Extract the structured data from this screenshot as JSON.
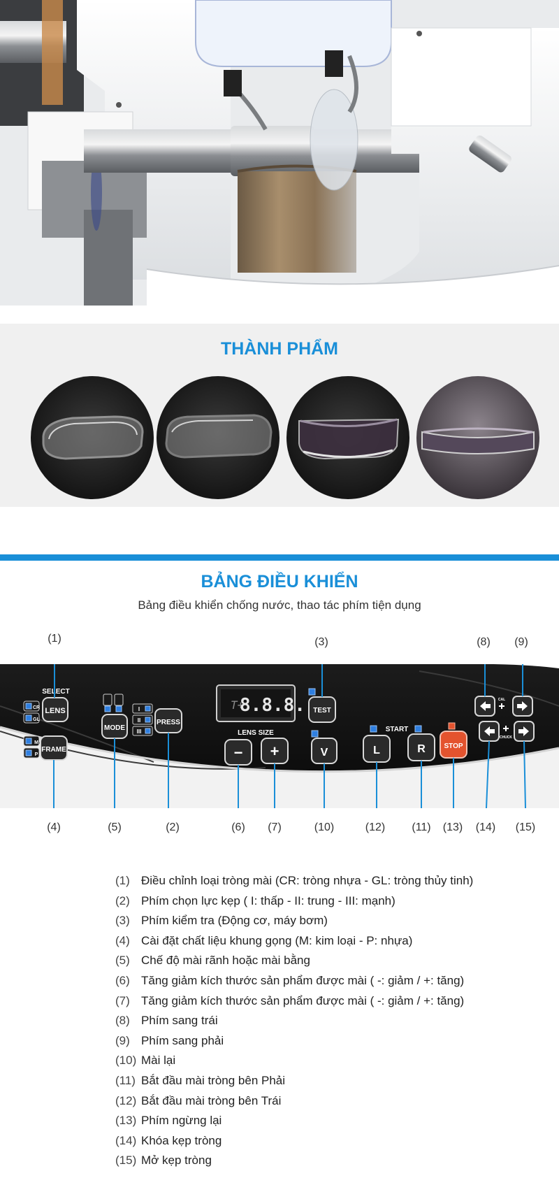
{
  "products": {
    "title": "THÀNH PHẨM"
  },
  "control_panel": {
    "title": "BẢNG ĐIỀU KHIỂN",
    "subtitle": "Bảng điều khiển chống nước, thao tác phím tiện dụng",
    "labels": {
      "select": "SELECT",
      "cr": "CR",
      "gl": "GL",
      "lens": "LENS",
      "m": "M",
      "p": "P",
      "frame": "FRAME",
      "mode": "MODE",
      "press": "PRESS",
      "press_1": "I",
      "press_2": "II",
      "press_3": "III",
      "display_prefix": "T+",
      "display_value": "8.8.8.",
      "lens_size": "LENS SIZE",
      "minus": "−",
      "plus": "+",
      "test": "TEST",
      "v": "V",
      "start": "START",
      "l": "L",
      "r": "R",
      "stop": "STOP",
      "cal": "CAL",
      "chuck": "CHUCK"
    },
    "callouts": {
      "n1": "(1)",
      "n2": "(2)",
      "n3": "(3)",
      "n4": "(4)",
      "n5": "(5)",
      "n6": "(6)",
      "n7": "(7)",
      "n8": "(8)",
      "n9": "(9)",
      "n10": "(10)",
      "n11": "(11)",
      "n12": "(12)",
      "n13": "(13)",
      "n14": "(14)",
      "n15": "(15)"
    }
  },
  "legend": [
    {
      "num": "(1)",
      "text": "Điều chỉnh loại tròng mài (CR: tròng nhựa  -  GL: tròng thủy tinh)"
    },
    {
      "num": "(2)",
      "text": "Phím chọn lực kẹp ( I: thấp  - II: trung  - III: mạnh)"
    },
    {
      "num": "(3)",
      "text": "Phím kiểm tra (Động cơ, máy bơm)"
    },
    {
      "num": "(4)",
      "text": "Cài đặt chất liệu khung gọng (M: kim loại  - P: nhựa)"
    },
    {
      "num": "(5)",
      "text": "Chế độ mài rãnh hoặc mài bằng"
    },
    {
      "num": "(6)",
      "text": "Tăng giảm kích thước sản phẩm được mài ( -: giảm   /  +: tăng)"
    },
    {
      "num": "(7)",
      "text": "Tăng giảm kích thước sản phẩm được mài ( -: giảm   /  +: tăng)"
    },
    {
      "num": "(8)",
      "text": "Phím sang trái"
    },
    {
      "num": "(9)",
      "text": "Phím sang phải"
    },
    {
      "num": "(10)",
      "text": "Mài lại"
    },
    {
      "num": "(11)",
      "text": "Bắt đầu mài tròng bên Phải"
    },
    {
      "num": "(12)",
      "text": "Bắt đầu mài tròng bên Trái"
    },
    {
      "num": "(13)",
      "text": "Phím ngừng lại"
    },
    {
      "num": "(14)",
      "text": "Khóa kẹp tròng"
    },
    {
      "num": "(15)",
      "text": "Mở kẹp tròng"
    }
  ]
}
